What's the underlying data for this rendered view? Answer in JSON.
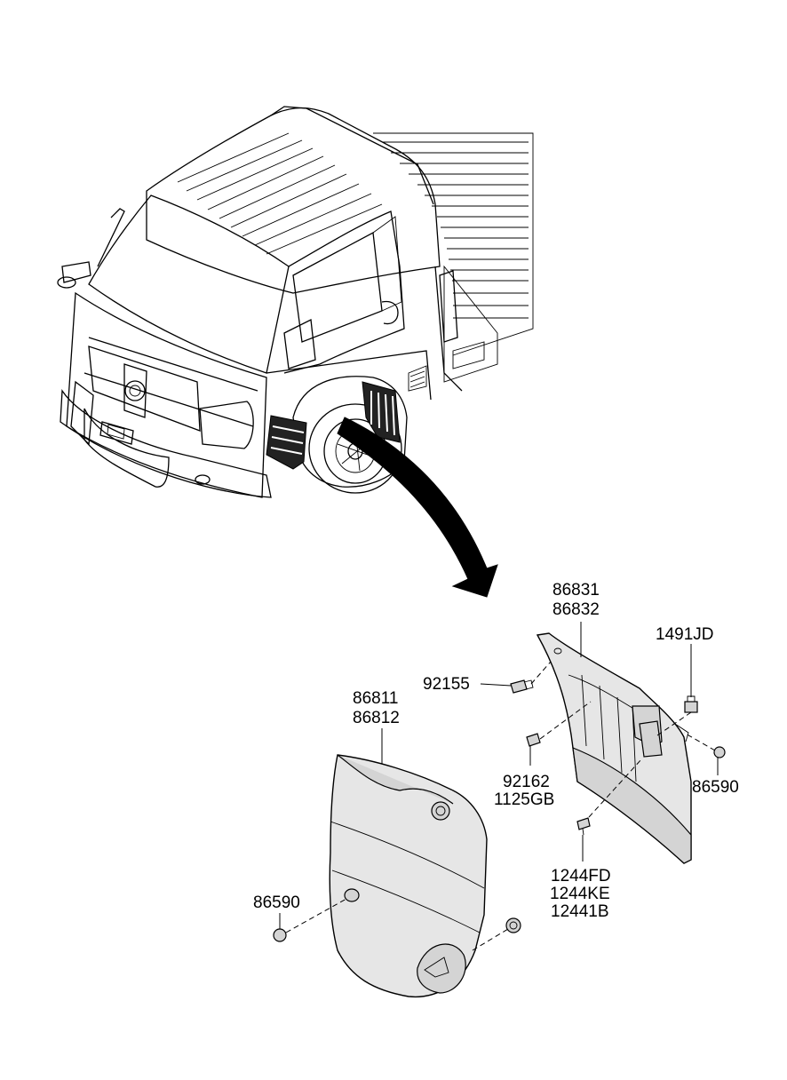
{
  "labels": {
    "p86831": "86831",
    "p86832": "86832",
    "p1491JD": "1491JD",
    "p92155": "92155",
    "p86811": "86811",
    "p86812": "86812",
    "p92162": "92162",
    "p1125GB": "1125GB",
    "p86590_right": "86590",
    "p1244FD": "1244FD",
    "p1244KE": "1244KE",
    "p12441B": "12441B",
    "p86590_left": "86590"
  }
}
